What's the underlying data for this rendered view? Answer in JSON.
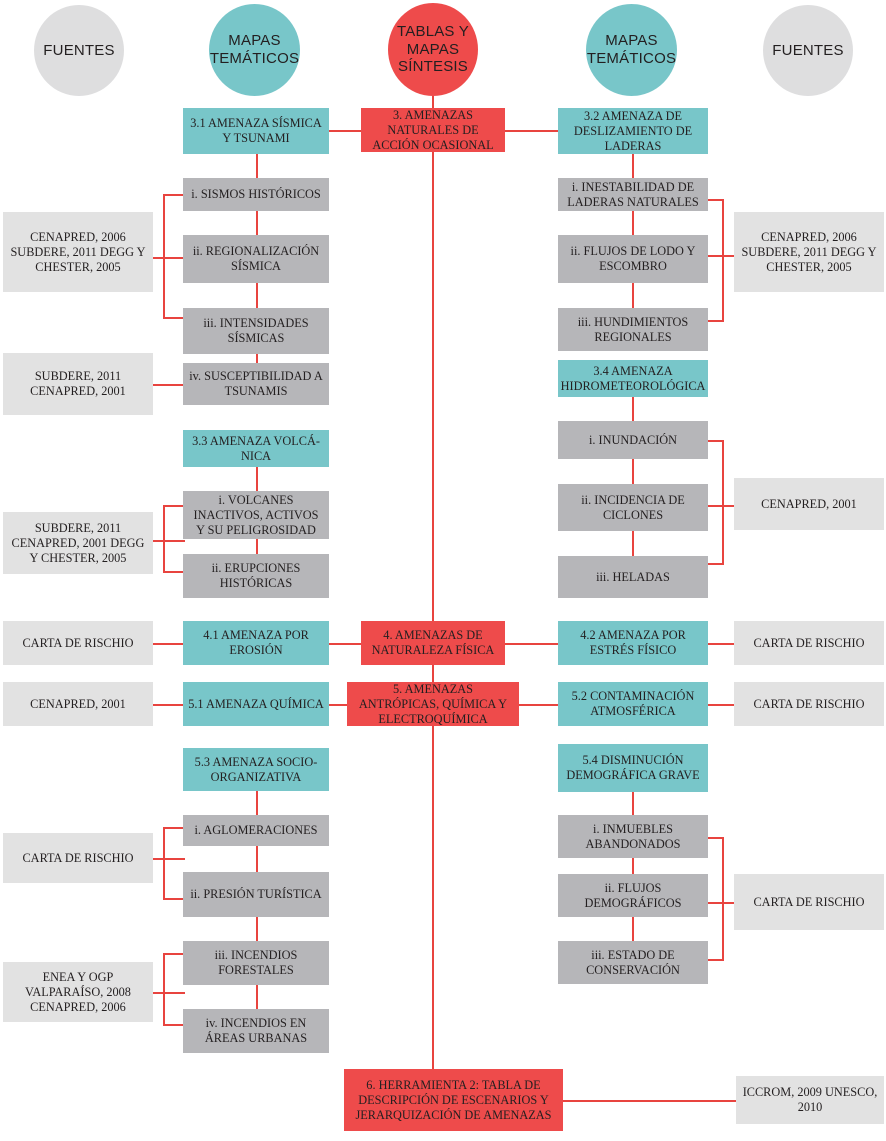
{
  "diagram": {
    "title": "Esquema de amenazas - Mapas tematicos, tablas y mapas sintesis, fuentes",
    "colors": {
      "teal": "#78c6c9",
      "red": "#ee4b4b",
      "gray_box": "#b6b6b9",
      "source_box": "#e2e2e2",
      "circle_gray": "#dededf",
      "connector": "#e8443f",
      "text": "#231f20"
    }
  },
  "headers": [
    {
      "id": "fuentes-left",
      "label": "FUENTES",
      "shape": "ellipse",
      "color": "gray"
    },
    {
      "id": "mapas-left",
      "label": "MAPAS\nTEMÁTICOS",
      "shape": "ellipse",
      "color": "teal"
    },
    {
      "id": "tablas-center",
      "label": "TABLAS Y\nMAPAS\nSÍNTESIS",
      "shape": "ellipse",
      "color": "red"
    },
    {
      "id": "mapas-right",
      "label": "MAPAS\nTEMÁTICOS",
      "shape": "ellipse",
      "color": "teal"
    },
    {
      "id": "fuentes-right",
      "label": "FUENTES",
      "shape": "ellipse",
      "color": "gray"
    }
  ],
  "center_nodes": [
    {
      "id": "c3",
      "label": "3. AMENAZAS NATURALES DE ACCIÓN  OCASIONAL"
    },
    {
      "id": "c4",
      "label": "4. AMENAZAS DE NATURALEZA FÍSICA"
    },
    {
      "id": "c5",
      "label": "5. AMENAZAS ANTRÓPICAS, QUÍMICA Y ELECTROQUÍMICA"
    },
    {
      "id": "c6",
      "label": "6. HERRAMIENTA 2: TABLA DE DESCRIPCIÓN DE ESCENARIOS Y JERARQUIZACIÓN DE AMENAZAS"
    }
  ],
  "left_column": [
    {
      "id": "l31",
      "type": "teal",
      "label": "3.1 AMENAZA SÍSMICA Y TSUNAMI"
    },
    {
      "id": "l31i",
      "type": "gray",
      "label": "i. SISMOS HISTÓRICOS"
    },
    {
      "id": "l31ii",
      "type": "gray",
      "label": "ii. REGIONALIZACIÓN SÍSMICA"
    },
    {
      "id": "l31iii",
      "type": "gray",
      "label": "iii. INTENSIDADES SÍSMICAS"
    },
    {
      "id": "l31iv",
      "type": "gray",
      "label": "iv. SUSCEPTIBILIDAD A TSUNAMIS"
    },
    {
      "id": "l33",
      "type": "teal",
      "label": "3.3 AMENAZA VOLCÁ-NICA"
    },
    {
      "id": "l33i",
      "type": "gray",
      "label": "i. VOLCANES INACTIVOS, ACTIVOS Y SU PELIGROSIDAD"
    },
    {
      "id": "l33ii",
      "type": "gray",
      "label": "ii. ERUPCIONES HISTÓRICAS"
    },
    {
      "id": "l41",
      "type": "teal",
      "label": "4.1 AMENAZA POR EROSIÓN"
    },
    {
      "id": "l51",
      "type": "teal",
      "label": "5.1 AMENAZA QUÍMICA"
    },
    {
      "id": "l53",
      "type": "teal",
      "label": "5.3 AMENAZA SOCIO-ORGANIZATIVA"
    },
    {
      "id": "l53i",
      "type": "gray",
      "label": "i. AGLOMERACIONES"
    },
    {
      "id": "l53ii",
      "type": "gray",
      "label": "ii. PRESIÓN TURÍSTICA"
    },
    {
      "id": "l53iii",
      "type": "gray",
      "label": "iii. INCENDIOS FORESTALES"
    },
    {
      "id": "l53iv",
      "type": "gray",
      "label": "iv. INCENDIOS EN ÁREAS URBANAS"
    }
  ],
  "right_column": [
    {
      "id": "r32",
      "type": "teal",
      "label": "3.2 AMENAZA DE DESLIZAMIENTO DE LADERAS"
    },
    {
      "id": "r32i",
      "type": "gray",
      "label": "i. INESTABILIDAD DE LADERAS NATURALES"
    },
    {
      "id": "r32ii",
      "type": "gray",
      "label": "ii. FLUJOS DE LODO Y ESCOMBRO"
    },
    {
      "id": "r32iii",
      "type": "gray",
      "label": "iii. HUNDIMIENTOS REGIONALES"
    },
    {
      "id": "r34",
      "type": "teal",
      "label": "3.4 AMENAZA HIDROMETEOROLÓGICA"
    },
    {
      "id": "r34i",
      "type": "gray",
      "label": "i. INUNDACIÓN"
    },
    {
      "id": "r34ii",
      "type": "gray",
      "label": "ii. INCIDENCIA DE CICLONES"
    },
    {
      "id": "r34iii",
      "type": "gray",
      "label": "iii. HELADAS"
    },
    {
      "id": "r42",
      "type": "teal",
      "label": "4.2 AMENAZA POR ESTRÉS FÍSICO"
    },
    {
      "id": "r52",
      "type": "teal",
      "label": "5.2 CONTAMINACIÓN ATMOSFÉRICA"
    },
    {
      "id": "r54",
      "type": "teal",
      "label": "5.4 DISMINUCIÓN DEMOGRÁFICA GRAVE"
    },
    {
      "id": "r54i",
      "type": "gray",
      "label": "i. INMUEBLES ABANDONADOS"
    },
    {
      "id": "r54ii",
      "type": "gray",
      "label": "ii. FLUJOS DEMOGRÁFICOS"
    },
    {
      "id": "r54iii",
      "type": "gray",
      "label": "iii. ESTADO DE CONSERVACIÓN"
    }
  ],
  "sources_left": [
    {
      "id": "sl1",
      "label": "CENAPRED, 2006 SUBDERE, 2011 DEGG Y CHESTER, 2005"
    },
    {
      "id": "sl2",
      "label": "SUBDERE, 2011 CENAPRED, 2001"
    },
    {
      "id": "sl3",
      "label": "SUBDERE, 2011 CENAPRED, 2001 DEGG Y CHESTER, 2005"
    },
    {
      "id": "sl4",
      "label": "CARTA DE RISCHIO"
    },
    {
      "id": "sl5",
      "label": "CENAPRED, 2001"
    },
    {
      "id": "sl6",
      "label": "CARTA DE RISCHIO"
    },
    {
      "id": "sl7",
      "label": "ENEA Y OGP VALPARAÍSO, 2008 CENAPRED, 2006"
    }
  ],
  "sources_right": [
    {
      "id": "sr1",
      "label": "CENAPRED, 2006 SUBDERE, 2011 DEGG Y CHESTER, 2005"
    },
    {
      "id": "sr2",
      "label": "CENAPRED, 2001"
    },
    {
      "id": "sr3",
      "label": "CARTA DE RISCHIO"
    },
    {
      "id": "sr4",
      "label": "CARTA DE RISCHIO"
    },
    {
      "id": "sr5",
      "label": "CARTA DE RISCHIO"
    },
    {
      "id": "sr6",
      "label": "ICCROM, 2009 UNESCO, 2010"
    }
  ]
}
